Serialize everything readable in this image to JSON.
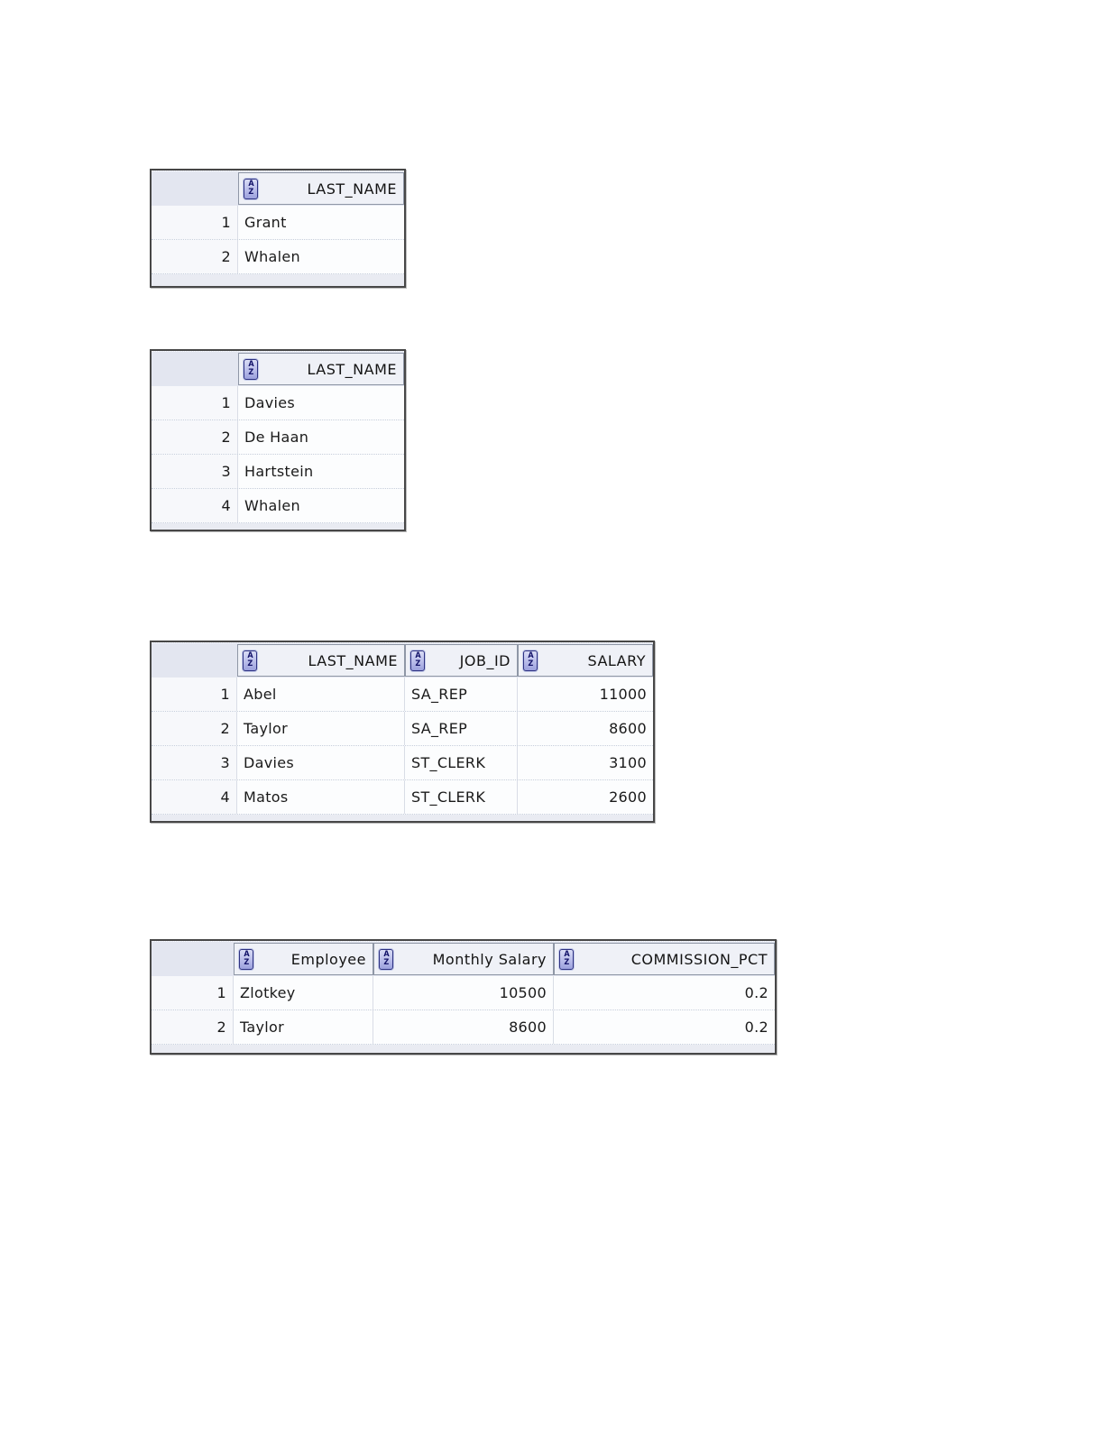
{
  "page": {
    "background": "#ffffff"
  },
  "sort_icon": {
    "top_letter": "A",
    "bottom_letter": "Z"
  },
  "colors": {
    "header_bg": "#e3e6f0",
    "header_cell_bg": "#eff1f7",
    "header_cell_border": "#8f97a6",
    "grid_border": "#474747",
    "row_separator": "#c6cedb",
    "column_separator": "#d9dde6",
    "number_cell_bg": "#f7f8fb",
    "body_bg": "#fcfdfe",
    "filler_bg": "#e9ebf2",
    "icon_border": "#2e3282",
    "icon_fill": "#b9bdea",
    "icon_letter": "#14146a"
  },
  "tables": [
    {
      "name": "result-grid-1",
      "columns": [
        {
          "label": "LAST_NAME",
          "align": "left"
        }
      ],
      "rows": [
        {
          "num": "1",
          "cells": [
            "Grant"
          ]
        },
        {
          "num": "2",
          "cells": [
            "Whalen"
          ]
        }
      ]
    },
    {
      "name": "result-grid-2",
      "columns": [
        {
          "label": "LAST_NAME",
          "align": "left"
        }
      ],
      "rows": [
        {
          "num": "1",
          "cells": [
            "Davies"
          ]
        },
        {
          "num": "2",
          "cells": [
            "De Haan"
          ]
        },
        {
          "num": "3",
          "cells": [
            "Hartstein"
          ]
        },
        {
          "num": "4",
          "cells": [
            "Whalen"
          ]
        }
      ]
    },
    {
      "name": "result-grid-3",
      "columns": [
        {
          "label": "LAST_NAME",
          "align": "left"
        },
        {
          "label": "JOB_ID",
          "align": "left"
        },
        {
          "label": "SALARY",
          "align": "right"
        }
      ],
      "rows": [
        {
          "num": "1",
          "cells": [
            "Abel",
            "SA_REP",
            "11000"
          ]
        },
        {
          "num": "2",
          "cells": [
            "Taylor",
            "SA_REP",
            "8600"
          ]
        },
        {
          "num": "3",
          "cells": [
            "Davies",
            "ST_CLERK",
            "3100"
          ]
        },
        {
          "num": "4",
          "cells": [
            "Matos",
            "ST_CLERK",
            "2600"
          ]
        }
      ]
    },
    {
      "name": "result-grid-4",
      "columns": [
        {
          "label": "Employee",
          "align": "left"
        },
        {
          "label": "Monthly Salary",
          "align": "right"
        },
        {
          "label": "COMMISSION_PCT",
          "align": "right"
        }
      ],
      "rows": [
        {
          "num": "1",
          "cells": [
            "Zlotkey",
            "10500",
            "0.2"
          ]
        },
        {
          "num": "2",
          "cells": [
            "Taylor",
            "8600",
            "0.2"
          ]
        }
      ]
    }
  ]
}
